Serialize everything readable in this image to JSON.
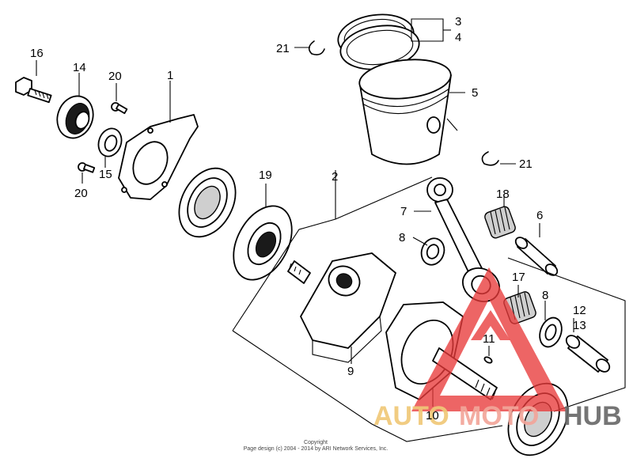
{
  "callouts": {
    "c1": "1",
    "c2": "2",
    "c3": "3",
    "c4": "4",
    "c5": "5",
    "c6": "6",
    "c7": "7",
    "c8a": "8",
    "c8b": "8",
    "c9": "9",
    "c10": "10",
    "c11": "11",
    "c12": "12",
    "c13": "13",
    "c14": "14",
    "c15": "15",
    "c16": "16",
    "c17": "17",
    "c18": "18",
    "c19": "19",
    "c20a": "20",
    "c20b": "20",
    "c21a": "21",
    "c21b": "21"
  },
  "copyright": {
    "line1": "Copyright",
    "line2": "Page design (c) 2004 - 2014 by ARI Network Services, Inc."
  },
  "watermark": {
    "part1": "AUTO",
    "part2": "MOTO",
    "part3": "HUB",
    "colors": {
      "auto": "#f0c878",
      "moto": "#f2a59a",
      "hub": "#6a6a6a",
      "triangle": "#e83a3a"
    }
  }
}
